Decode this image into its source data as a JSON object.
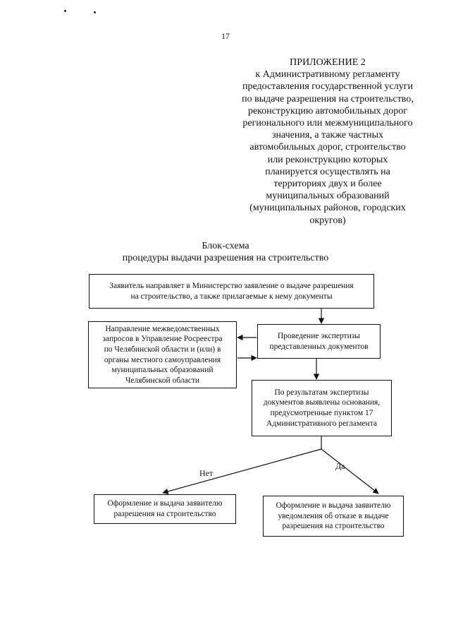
{
  "page_number": "17",
  "appendix": {
    "lines": [
      "ПРИЛОЖЕНИЕ 2",
      "к Административному регламенту",
      "предоставления государственной услуги",
      "по выдаче разрешения на строительство,",
      "реконструкцию автомобильных дорог",
      "регионального или межмуниципального",
      "значения, а также частных",
      "автомобильных дорог, строительство",
      "или реконструкцию которых",
      "планируется осуществлять на",
      "территориях двух и более",
      "муниципальных образований",
      "(муниципальных районов, городских",
      "округов)"
    ]
  },
  "flowchart": {
    "title_lines": [
      "Блок-схема",
      "процедуры выдачи разрешения на строительство"
    ],
    "nodes": {
      "application": {
        "lines": [
          "Заявитель направляет в Министерство заявление о выдаче разрешения",
          "на строительство, а также прилагаемые к нему документы"
        ]
      },
      "interagency": {
        "lines": [
          "Направление межведомственных",
          "запросов в Управление Росреестра",
          "по Челябинской области и (или) в",
          "органы местного самоуправления",
          "муниципальных образований",
          "Челябинской области"
        ]
      },
      "expertise": {
        "lines": [
          "Проведение экспертизы",
          "представленных документов"
        ]
      },
      "grounds": {
        "lines": [
          "По результатам экспертизы",
          "документов выявлены основания,",
          "предусмотренные пунктом 17",
          "Административного регламента"
        ]
      },
      "permit": {
        "lines": [
          "Оформление и выдача заявителю",
          "разрешения на строительство"
        ]
      },
      "refusal": {
        "lines": [
          "Оформление и выдача заявителю",
          "уведомления об отказе в выдаче",
          "разрешения на строительство"
        ]
      }
    },
    "labels": {
      "no": "Нет",
      "yes": "Да"
    }
  }
}
